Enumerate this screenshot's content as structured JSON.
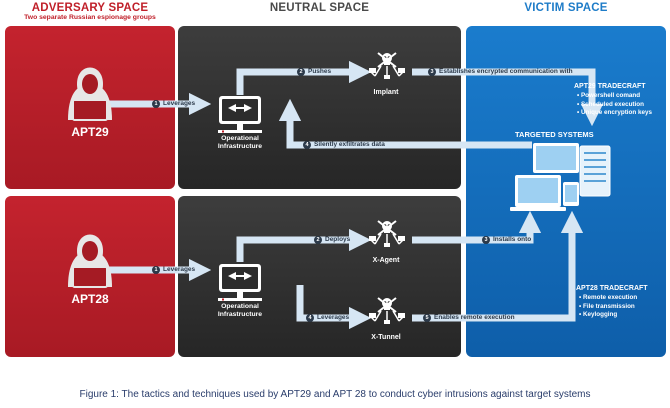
{
  "headers": {
    "adversary": "ADVERSARY SPACE",
    "adversary_sub": "Two separate Russian espionage groups",
    "neutral": "NEUTRAL SPACE",
    "victim": "VICTIM SPACE"
  },
  "top": {
    "actor": "APT29",
    "infrastructure": "Operational Infrastructure",
    "step1": "Leverages",
    "step2": "Pushes",
    "step3": "Establishes encrypted communication with",
    "step4": "Silently exfiltrates data",
    "tool": "Implant",
    "tradecraft_title": "APT29 TRADECRAFT",
    "tradecraft": [
      "Powershell comand",
      "Scheduled execution",
      "Unique encryption keys"
    ]
  },
  "bottom": {
    "actor": "APT28",
    "infrastructure": "Operational Infrastructure",
    "step1": "Leverages",
    "step2": "Deploys",
    "step3": "Installs onto",
    "step4": "Leverages",
    "step5": "Enables remote execution",
    "tool1": "X-Agent",
    "tool2": "X-Tunnel",
    "tradecraft_title": "APT28 TRADECRAFT",
    "tradecraft": [
      "Remote execution",
      "File transmission",
      "Keylogging"
    ]
  },
  "targeted_systems": "TARGETED SYSTEMS",
  "step_numbers": [
    "1",
    "2",
    "3",
    "4",
    "5"
  ],
  "caption": "Figure 1: The tactics and techniques used by APT29 and APT 28 to conduct cyber intrusions against target systems",
  "colors": {
    "adversary": "#c0202a",
    "neutral": "#2e2e2e",
    "victim": "#1570c0",
    "arrow": "#cfe0f0"
  }
}
